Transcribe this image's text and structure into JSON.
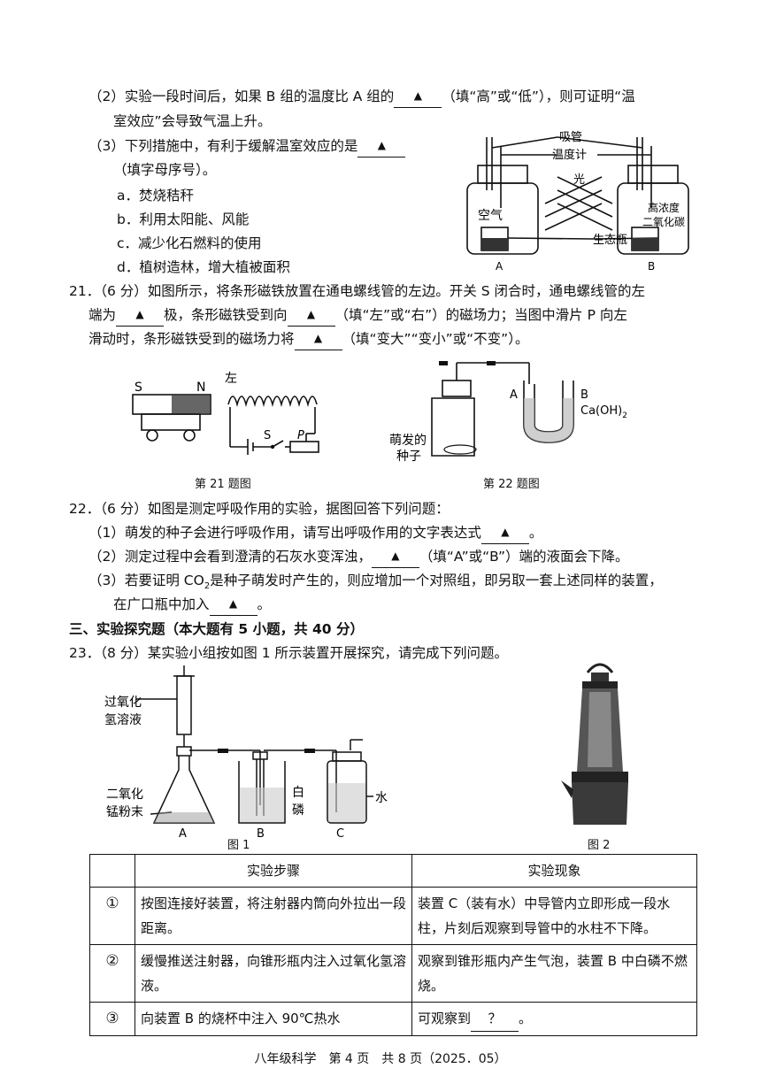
{
  "q20": {
    "p2_a": "（2）实验一段时间后，如果 B 组的温度比 A 组的",
    "p2_b": "（填“高”或“低”），则可证明“温",
    "p2_c": "室效应”会导致气温上升。",
    "p3_a": "（3）下列措施中，有利于缓解温室效应的是",
    "p3_b": "（填字母序号）。",
    "options": [
      "a．焚烧秸秆",
      "b．利用太阳能、风能",
      "c．减少化石燃料的使用",
      "d．植树造林，增大植被面积"
    ],
    "fig": {
      "label_tube": "吸管",
      "label_thermo": "温度计",
      "label_light": "光",
      "label_air": "空气",
      "label_co2_1": "高浓度",
      "label_co2_2": "二氧化碳",
      "label_eco": "生态瓶",
      "label_a": "A",
      "label_b": "B"
    }
  },
  "blank_mark": "▲",
  "q21": {
    "l1": "21．（6 分）如图所示，将条形磁铁放置在通电螺线管的左边。开关 S 闭合时，通电螺线管的左",
    "l2_a": "端为",
    "l2_b": "极，条形磁铁受到向",
    "l2_c": "（填“左”或“右”）的磁场力；当图中滑片 P 向左",
    "l3_a": "滑动时，条形磁铁受到的磁场力将",
    "l3_b": "（填“变大”“变小”或“不变”）。",
    "fig_s": "S",
    "fig_n": "N",
    "fig_left": "左",
    "fig_switch": "S",
    "fig_p": "P",
    "caption": "第 21 题图"
  },
  "q22": {
    "fig_seed1": "萌发的",
    "fig_seed2": "种子",
    "fig_a": "A",
    "fig_b": "B",
    "fig_caoh": "Ca(OH)",
    "fig_sub": "2",
    "caption": "第 22 题图",
    "l1": "22．（6 分）如图是测定呼吸作用的实验，据图回答下列问题：",
    "l2_a": "（1）萌发的种子会进行呼吸作用，请写出呼吸作用的文字表达式",
    "l2_b": "。",
    "l3_a": "（2）测定过程中会看到澄清的石灰水变浑浊，",
    "l3_b": "（填“A”或“B”）端的液面会下降。",
    "l4_a": "（3）若要证明 CO",
    "l4_sub": "2",
    "l4_b": "是种子萌发时产生的，则应增加一个对照组，即另取一套上述同样的装置，",
    "l5_a": "在广口瓶中加入",
    "l5_b": "。"
  },
  "section3": "三、实验探究题（本大题有 5 小题，共 40 分）",
  "q23": {
    "l1": "23．（8 分）某实验小组按如图 1 所示装置开展探究，请完成下列问题。",
    "fig_h2o2_1": "过氧化",
    "fig_h2o2_2": "氢溶液",
    "fig_mno2_1": "二氧化",
    "fig_mno2_2": "锰粉末",
    "fig_p_1": "白",
    "fig_p_2": "磷",
    "fig_water": "水",
    "fig_a": "A",
    "fig_b": "B",
    "fig_c": "C",
    "fig1_caption": "图 1",
    "fig2_caption": "图 2",
    "table": {
      "headers": [
        "",
        "实验步骤",
        "实验现象"
      ],
      "rows": [
        {
          "no": "①",
          "step": "按图连接好装置，将注射器内筒向外拉出一段距离。",
          "obs": "装置 C（装有水）中导管内立即形成一段水柱，片刻后观察到导管中的水柱不下降。"
        },
        {
          "no": "②",
          "step": "缓慢推送注射器，向锥形瓶内注入过氧化氢溶液。",
          "obs": "观察到锥形瓶内产生气泡，装置 B 中白磷不燃烧。"
        },
        {
          "no": "③",
          "step": "向装置 B 的烧杯中注入 90℃热水",
          "obs_a": "可观察到",
          "obs_blank": "？",
          "obs_b": "。"
        }
      ]
    }
  },
  "footer": "八年级科学　第 4 页　共 8 页（2025．05）"
}
